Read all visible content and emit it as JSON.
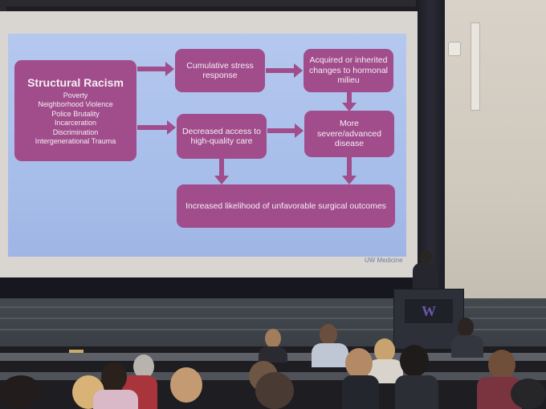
{
  "slide": {
    "main_box": {
      "title": "Structural Racism",
      "items": [
        "Poverty",
        "Neighborhood Violence",
        "Police Brutality",
        "Incarceration",
        "Discrimination",
        "Intergenerational Trauma"
      ]
    },
    "box_stress": "Cumulative stress response",
    "box_hormonal": "Acquired or inherited changes to hormonal milieu",
    "box_access": "Decreased access to high-quality care",
    "box_disease": "More severe/advanced disease",
    "box_outcomes": "Increased likelihood of unfavorable surgical outcomes",
    "footer_right": "UW Medicine",
    "colors": {
      "box": "#a14d8c",
      "background": "#abc1ec"
    }
  },
  "podium": {
    "logo": "W"
  }
}
